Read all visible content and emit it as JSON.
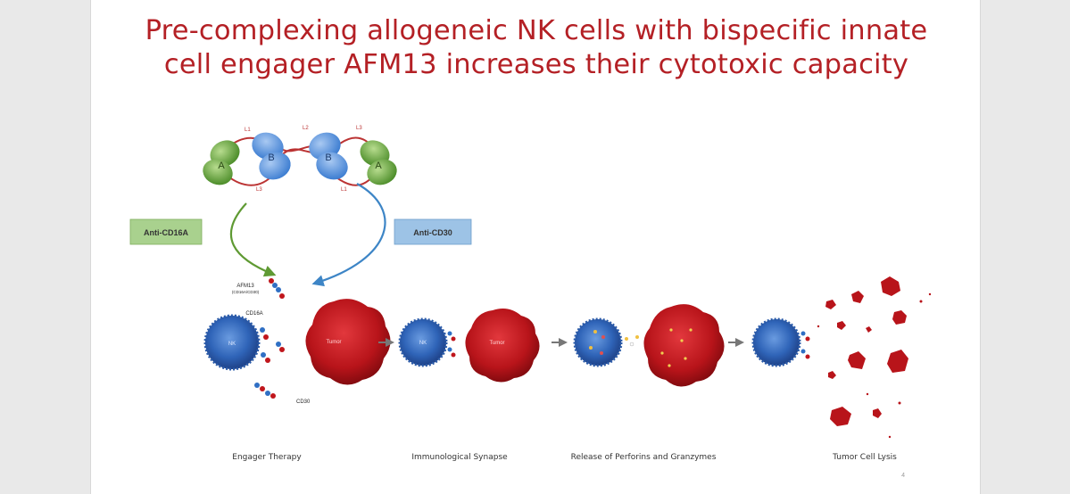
{
  "title": {
    "line1": "Pre-complexing allogeneic NK cells with bispecific innate",
    "line2": "cell engager AFM13 increases their cytotoxic capacity"
  },
  "molecule": {
    "domain_a": "A",
    "domain_b": "B",
    "linker_top_left": "L1",
    "linker_top_mid": "L2",
    "linker_top_right": "L3",
    "linker_bottom_left": "L3",
    "linker_bottom_right": "L1"
  },
  "callouts": {
    "anti_cd16a": "Anti-CD16A",
    "anti_cd30": "Anti-CD30"
  },
  "labels": {
    "afm13": "AFM13",
    "afm13_sub": "(CD16A/CD30)",
    "cd16a": "CD16A",
    "cd30": "CD30",
    "nk": "NK",
    "tumor": "Tumor"
  },
  "stages": [
    "Engager Therapy",
    "Immunological Synapse",
    "Release of Perforins and Granzymes",
    "Tumor Cell Lysis"
  ],
  "page_number": "4",
  "colors": {
    "title": "#b42025",
    "nk_cell": "#2f6fc4",
    "tumor_cell": "#c0161c",
    "anti_cd16a_box": "#a9d18e",
    "anti_cd30_box": "#9dc3e6",
    "green_arrow": "#5f9a33",
    "blue_arrow": "#3d85c6"
  }
}
